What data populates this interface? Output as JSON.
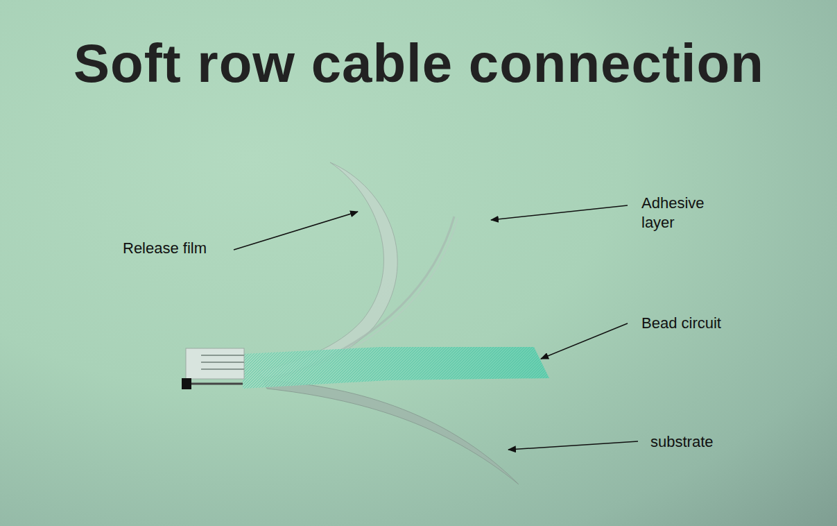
{
  "diagram": {
    "title": "Soft row cable connection",
    "labels": [
      "Release film",
      "Adhesive layer",
      "Bead circuit",
      "substrate"
    ]
  }
}
